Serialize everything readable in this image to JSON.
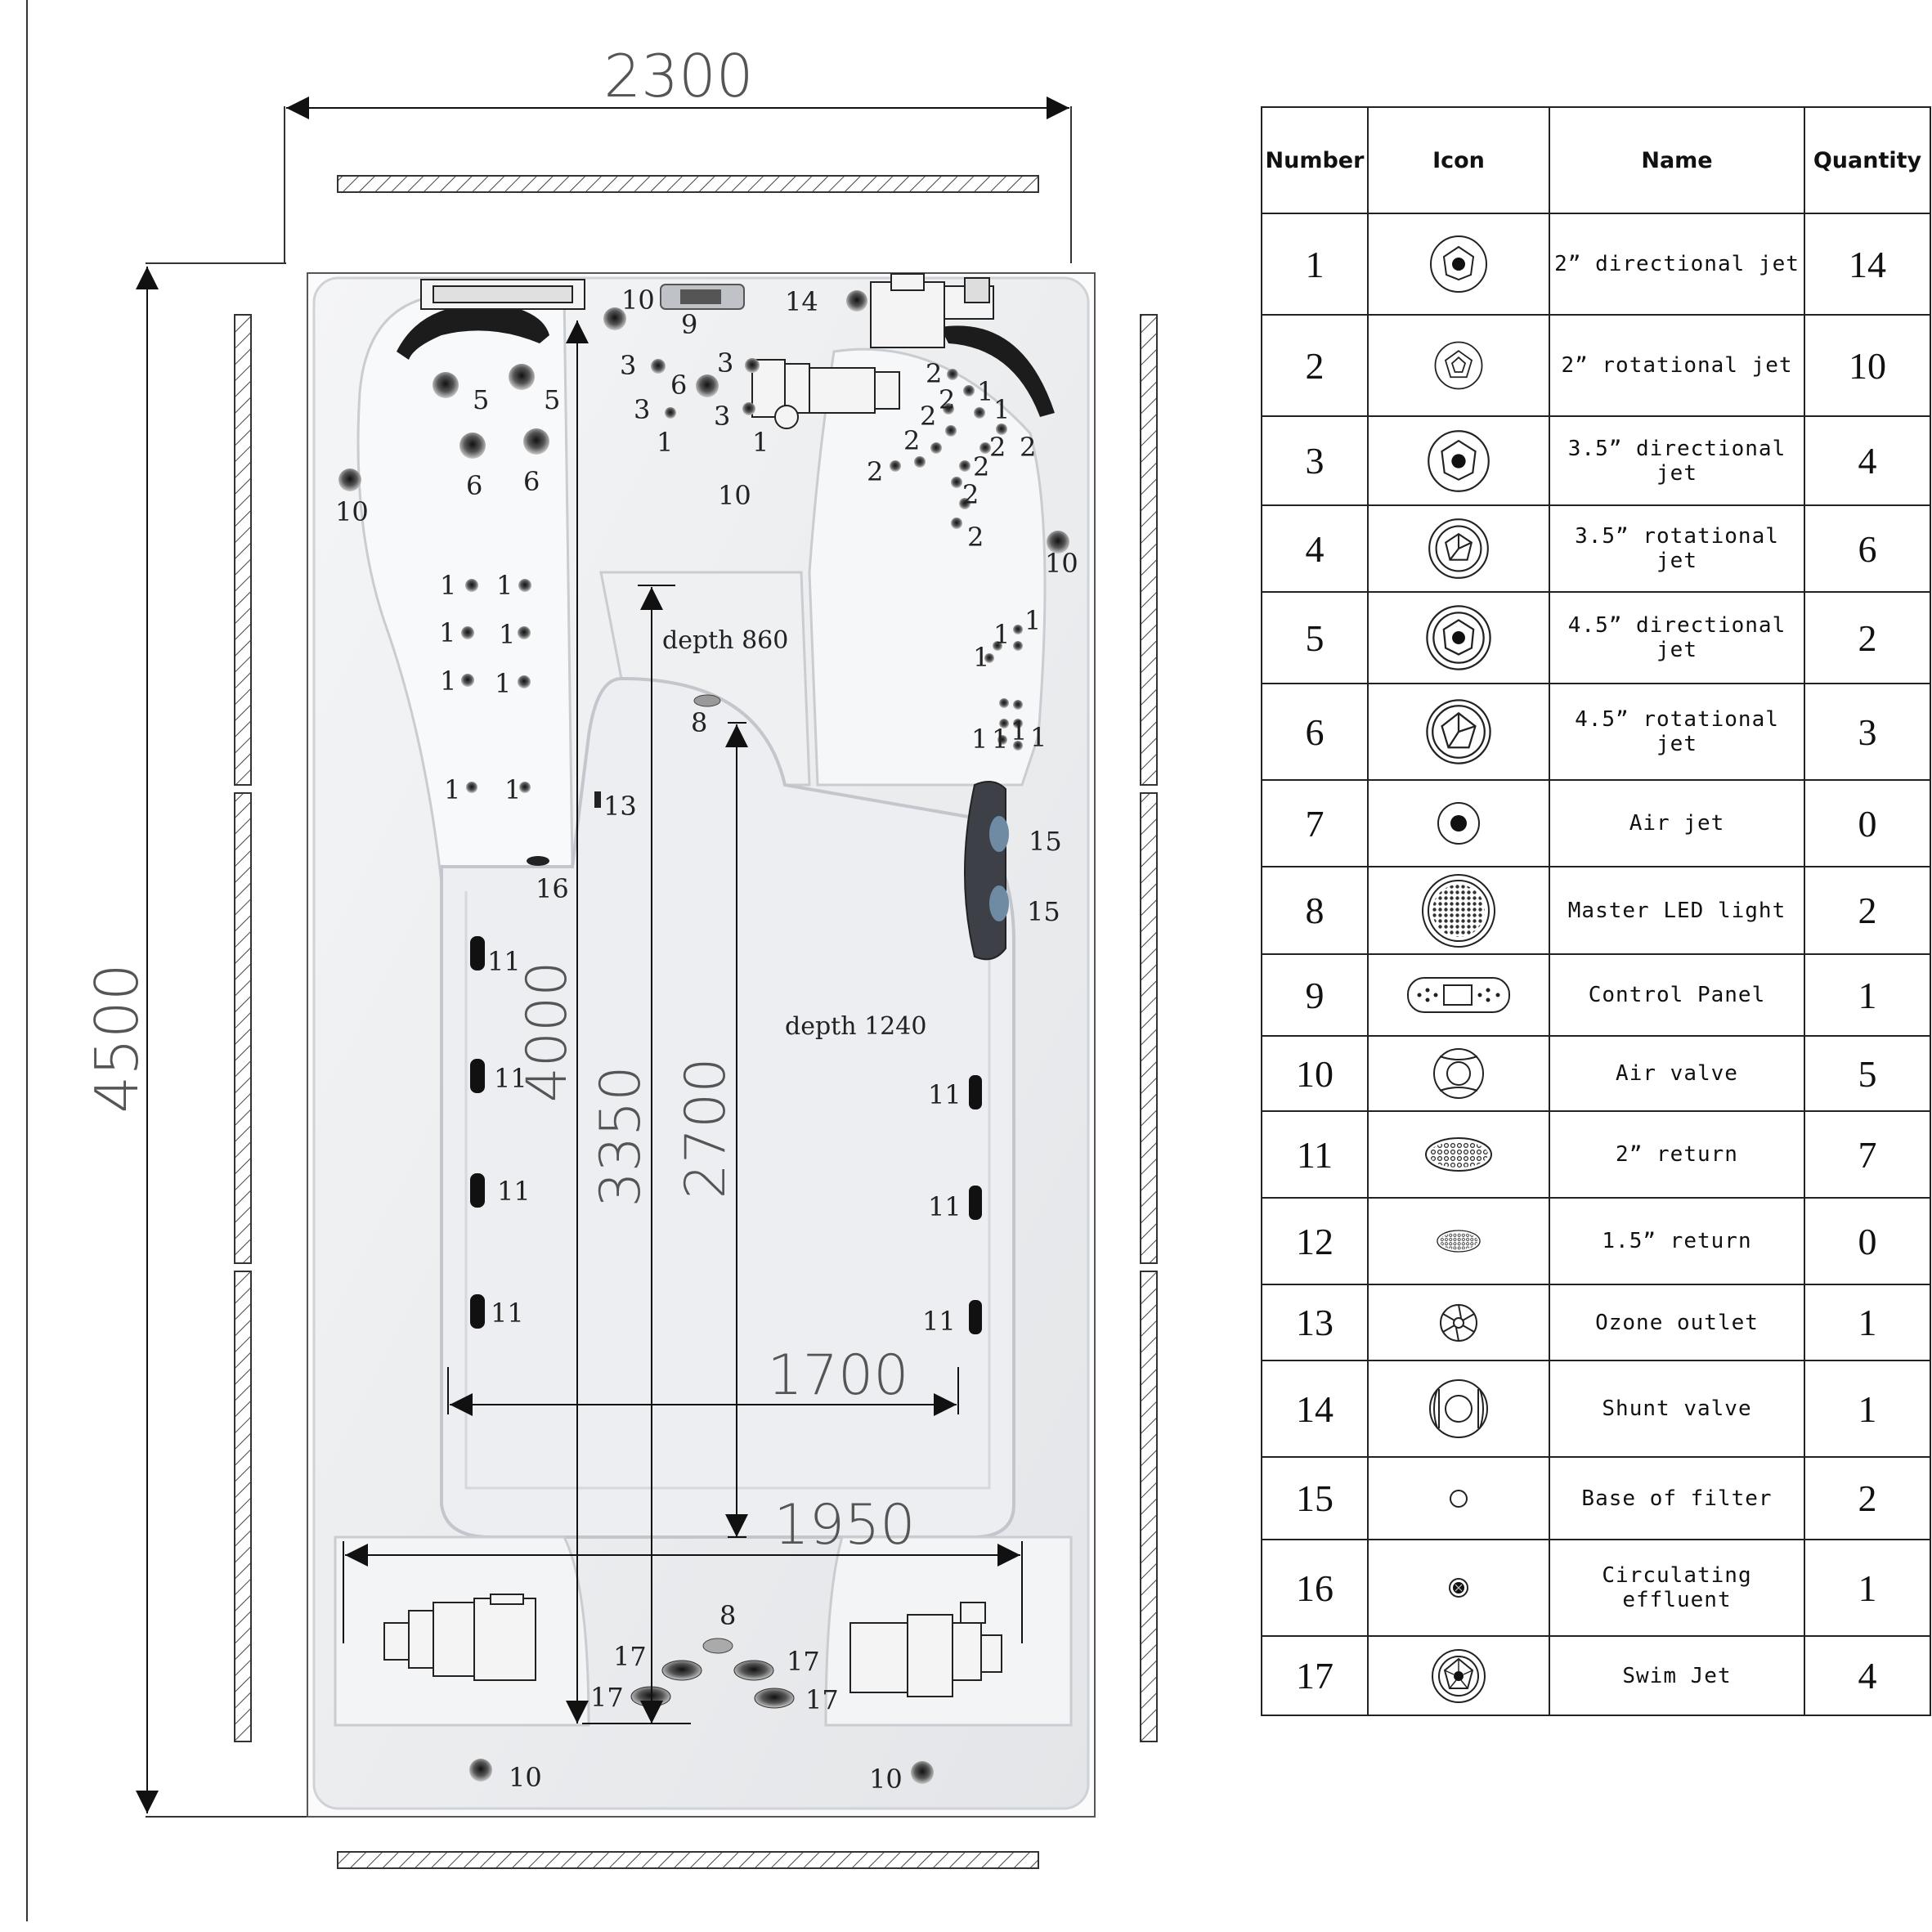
{
  "dimensions": {
    "top_width": "2300",
    "left_length": "4500",
    "inner_length": "4000",
    "length_3350": "3350",
    "length_2700": "2700",
    "width_1700": "1700",
    "width_1950": "1950"
  },
  "depths": {
    "shallow": "depth 860",
    "deep": "depth 1240"
  },
  "callouts": [
    "1",
    "2",
    "3",
    "5",
    "6",
    "8",
    "9",
    "10",
    "11",
    "13",
    "14",
    "15",
    "16",
    "17"
  ],
  "legend": {
    "headers": {
      "number": "Number",
      "icon": "Icon",
      "name": "Name",
      "quantity": "Quantity"
    },
    "rows": [
      {
        "number": "1",
        "icon": "directional-jet-icon",
        "name": "2”  directional jet",
        "quantity": "14"
      },
      {
        "number": "2",
        "icon": "rotational-jet-icon",
        "name": "2”  rotational jet",
        "quantity": "10"
      },
      {
        "number": "3",
        "icon": "directional-jet-icon",
        "name": "3.5”  directional jet",
        "quantity": "4"
      },
      {
        "number": "4",
        "icon": "rotational-jet-icon",
        "name": "3.5”  rotational jet",
        "quantity": "6"
      },
      {
        "number": "5",
        "icon": "directional-jet-icon",
        "name": "4.5”  directional jet",
        "quantity": "2"
      },
      {
        "number": "6",
        "icon": "rotational-jet-icon",
        "name": "4.5”  rotational jet",
        "quantity": "3"
      },
      {
        "number": "7",
        "icon": "air-jet-icon",
        "name": "Air jet",
        "quantity": "0"
      },
      {
        "number": "8",
        "icon": "led-light-icon",
        "name": "Master LED light",
        "quantity": "2"
      },
      {
        "number": "9",
        "icon": "control-panel-icon",
        "name": "Control Panel",
        "quantity": "1"
      },
      {
        "number": "10",
        "icon": "air-valve-icon",
        "name": "Air valve",
        "quantity": "5"
      },
      {
        "number": "11",
        "icon": "return-icon",
        "name": "2”  return",
        "quantity": "7"
      },
      {
        "number": "12",
        "icon": "return-small-icon",
        "name": "1.5”  return",
        "quantity": "0"
      },
      {
        "number": "13",
        "icon": "ozone-outlet-icon",
        "name": "Ozone outlet",
        "quantity": "1"
      },
      {
        "number": "14",
        "icon": "shunt-valve-icon",
        "name": "Shunt valve",
        "quantity": "1"
      },
      {
        "number": "15",
        "icon": "filter-base-icon",
        "name": "Base of filter",
        "quantity": "2"
      },
      {
        "number": "16",
        "icon": "circulating-effluent-icon",
        "name": "Circulating effluent",
        "quantity": "1"
      },
      {
        "number": "17",
        "icon": "swim-jet-icon",
        "name": "Swim Jet",
        "quantity": "4"
      }
    ]
  }
}
